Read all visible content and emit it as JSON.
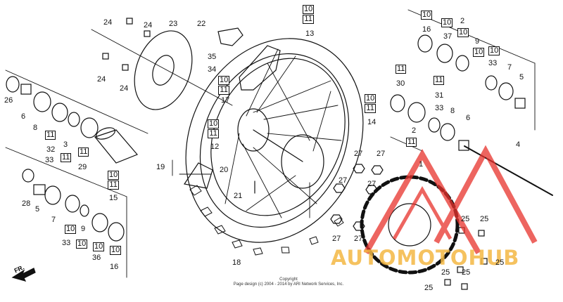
{
  "parts": {
    "p1": "1",
    "p2": "2",
    "p2b": "2",
    "p3": "3",
    "p4": "4",
    "p5": "5",
    "p5b": "5",
    "p6": "6",
    "p6b": "6",
    "p7": "7",
    "p7b": "7",
    "p8": "8",
    "p8b": "8",
    "p9": "9",
    "p9b": "9",
    "p12": "12",
    "p13": "13",
    "p14": "14",
    "p15": "15",
    "p16": "16",
    "p16b": "16",
    "p17": "17",
    "p18": "18",
    "p19": "19",
    "p20": "20",
    "p21": "21",
    "p22": "22",
    "p23": "23",
    "p24a": "24",
    "p24b": "24",
    "p24c": "24",
    "p24d": "24",
    "p25a": "25",
    "p25b": "25",
    "p25c": "25",
    "p25d": "25",
    "p25e": "25",
    "p25f": "25",
    "p26": "26",
    "p27a": "27",
    "p27b": "27",
    "p27c": "27",
    "p27d": "27",
    "p27e": "27",
    "p27f": "27",
    "p28": "28",
    "p29": "29",
    "p30": "30",
    "p31": "31",
    "p32": "32",
    "p33a": "33",
    "p33b": "33",
    "p33c": "33",
    "p33d": "33",
    "p34": "34",
    "p35": "35",
    "p36": "36",
    "p37": "37"
  },
  "boxed": {
    "b10": "10",
    "b11": "11"
  },
  "fr": "FR.",
  "copyright": [
    "Copyright",
    "Page design (c) 2004 - 2014 by ARI Network Services, Inc."
  ],
  "logo": {
    "text": "AUTOMOTOHUB",
    "color_main": "#e8322c",
    "color_accent": "#f4b844"
  }
}
